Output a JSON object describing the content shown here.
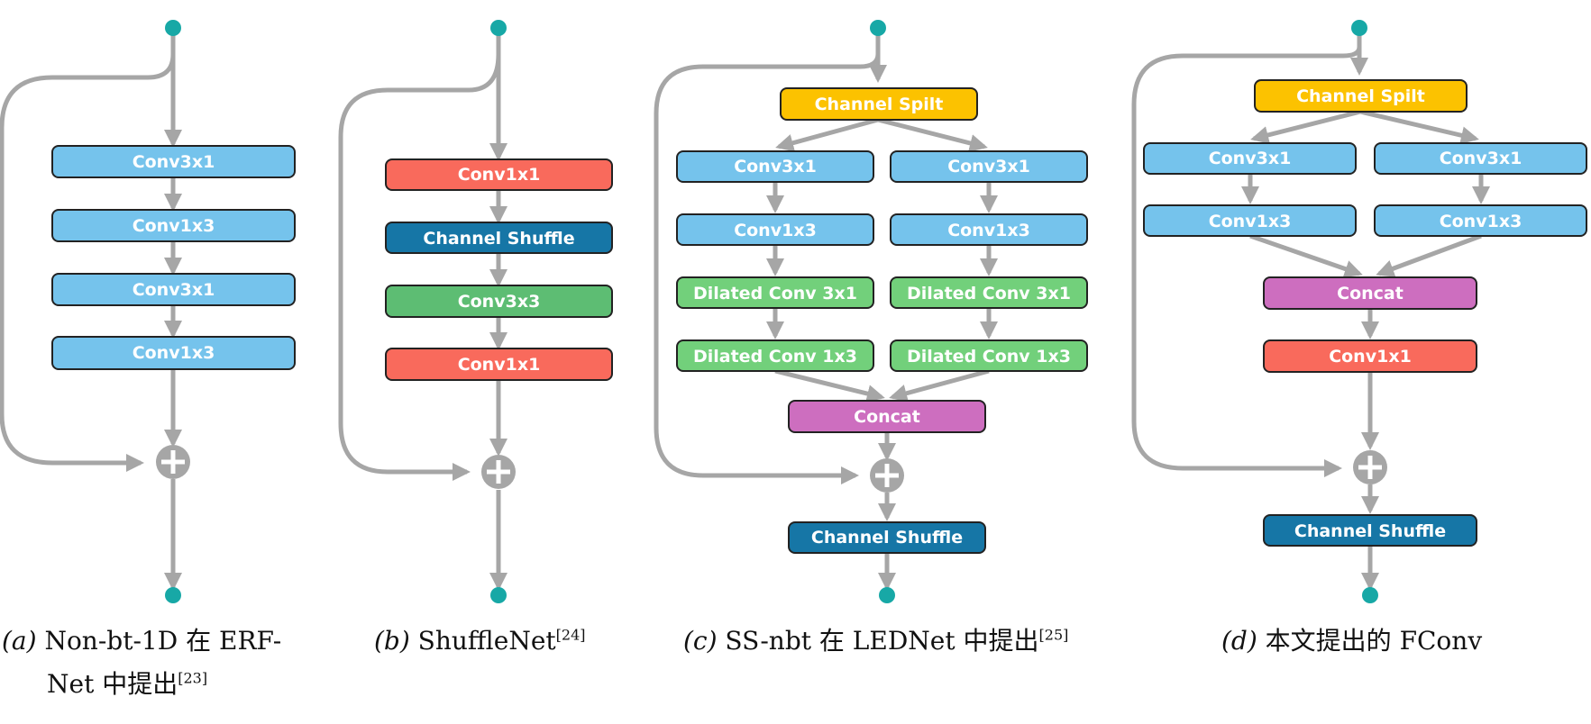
{
  "colors": {
    "conv_blue": "#75c3ec",
    "red": "#f96a5c",
    "dark_blue": "#1676a6",
    "green": "#5dbd73",
    "light_green": "#72d07b",
    "yellow": "#fcc200",
    "purple": "#cd6ebf",
    "teal_dot": "#17a8a6",
    "arrow_gray": "#a6a6a6"
  },
  "diagram_a": {
    "nodes": [
      "Conv3x1",
      "Conv1x3",
      "Conv3x1",
      "Conv1x3"
    ],
    "caption": {
      "letter": "(a)",
      "line1": " Non-bt-1D  在  ERF-",
      "line2": "Net 中提出",
      "ref": "[23]"
    }
  },
  "diagram_b": {
    "nodes": [
      "Conv1x1",
      "Channel Shuffle",
      "Conv3x3",
      "Conv1x1"
    ],
    "caption": {
      "letter": "(b)",
      "text": " ShuffleNet",
      "ref": "[24]"
    }
  },
  "diagram_c": {
    "split": "Channel Spilt",
    "left_branch": [
      "Conv3x1",
      "Conv1x3",
      "Dilated Conv 3x1",
      "Dilated Conv 1x3"
    ],
    "right_branch": [
      "Conv3x1",
      "Conv1x3",
      "Dilated Conv 3x1",
      "Dilated Conv 1x3"
    ],
    "concat": "Concat",
    "shuffle": "Channel Shuffle",
    "caption": {
      "letter": "(c)",
      "text": " SS-nbt 在 LEDNet 中提出",
      "ref": "[25]"
    }
  },
  "diagram_d": {
    "split": "Channel Spilt",
    "left_branch": [
      "Conv3x1",
      "Conv1x3"
    ],
    "right_branch": [
      "Conv3x1",
      "Conv1x3"
    ],
    "concat": "Concat",
    "conv": "Conv1x1",
    "shuffle": "Channel Shuffle",
    "caption": {
      "letter": "(d)",
      "text": " 本文提出的 FConv"
    }
  }
}
